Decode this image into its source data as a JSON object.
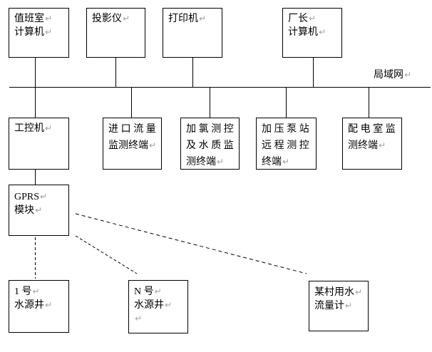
{
  "diagram_title": "",
  "marks": {
    "return_mark": "↵"
  },
  "colors": {
    "border": "#000000",
    "text": "#000000",
    "mark": "#9e9e9e",
    "line": "#000000",
    "background": "#ffffff"
  },
  "lan": {
    "label": "局域网"
  },
  "boxes": {
    "duty_room": {
      "title": "值班室计算机",
      "lines": [
        {
          "text": "值班室",
          "mark": true,
          "spaced": false
        },
        {
          "text": "计算机",
          "mark": true,
          "spaced": false
        }
      ]
    },
    "projector": {
      "title": "投影仪",
      "lines": [
        {
          "text": "投影仪",
          "mark": true,
          "spaced": false
        }
      ]
    },
    "printer": {
      "title": "打印机",
      "lines": [
        {
          "text": "打印机",
          "mark": true,
          "spaced": false
        }
      ]
    },
    "director_computer": {
      "title": "厂长计算机",
      "lines": [
        {
          "text": "厂长",
          "mark": true,
          "spaced": false
        },
        {
          "text": "计算机",
          "mark": true,
          "spaced": false
        }
      ]
    },
    "industrial_pc": {
      "title": "工控机",
      "lines": [
        {
          "text": "工控机",
          "mark": true,
          "spaced": false
        }
      ]
    },
    "inlet_flow_terminal": {
      "title": "进口流量监测终端",
      "lines": [
        {
          "text": "进口流量",
          "mark": false,
          "spaced": true
        },
        {
          "text": "监测终端",
          "mark": true,
          "spaced": false
        }
      ]
    },
    "chlorination_terminal": {
      "title": "加氯测控及水质监测终端",
      "lines": [
        {
          "text": "加氯测控",
          "mark": false,
          "spaced": true
        },
        {
          "text": "及水质监",
          "mark": false,
          "spaced": true
        },
        {
          "text": "测终端",
          "mark": true,
          "spaced": false
        }
      ]
    },
    "pump_station_terminal": {
      "title": "加压泵站远程测控终端",
      "lines": [
        {
          "text": "加压泵站",
          "mark": false,
          "spaced": true
        },
        {
          "text": "远程测控",
          "mark": false,
          "spaced": true
        },
        {
          "text": "终端",
          "mark": true,
          "spaced": false
        }
      ]
    },
    "power_room_terminal": {
      "title": "配电室监测终端",
      "lines": [
        {
          "text": "配电室监",
          "mark": false,
          "spaced": true
        },
        {
          "text": "测终端",
          "mark": true,
          "spaced": false
        }
      ]
    },
    "gprs_module": {
      "title": "GPRS模块",
      "lines": [
        {
          "text": "GPRS",
          "mark": true,
          "spaced": false
        },
        {
          "text": "模块",
          "mark": true,
          "spaced": false
        }
      ]
    },
    "well_1": {
      "title": "1号水源井",
      "lines": [
        {
          "text": "1 号",
          "mark": true,
          "spaced": false
        },
        {
          "text": "水源井",
          "mark": true,
          "spaced": false
        }
      ]
    },
    "well_n": {
      "title": "N号水源井",
      "lines": [
        {
          "text": "N 号",
          "mark": true,
          "spaced": false
        },
        {
          "text": "水源井",
          "mark": true,
          "spaced": false
        },
        {
          "text": "",
          "mark": true,
          "spaced": false
        }
      ]
    },
    "village_flow_meter": {
      "title": "某村用水流量计",
      "lines": [
        {
          "text": "某村用水",
          "mark": true,
          "spaced": false
        },
        {
          "text": "流量计",
          "mark": true,
          "spaced": false
        }
      ]
    }
  }
}
